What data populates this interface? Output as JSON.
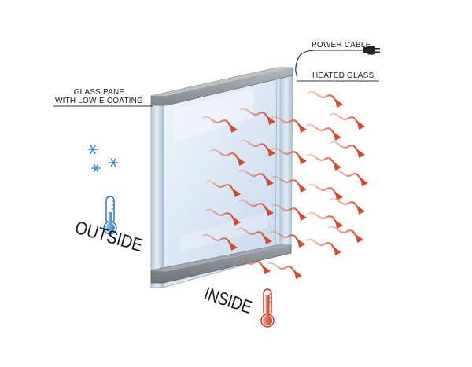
{
  "labels": {
    "glass_pane_line1": "GLASS PANE",
    "glass_pane_line2": "WITH LOW-E COATING",
    "power_cable": "POWER CABLE",
    "heated_glass": "HEATED GLASS",
    "outside": "OUTSIDE",
    "inside": "INSIDE"
  },
  "icons": {
    "cold_thermometer": "thermometer-cold-icon",
    "hot_thermometer": "thermometer-hot-icon",
    "snowflake": "snowflake-icon",
    "plug": "power-plug-icon",
    "heat_arrow": "heat-wave-arrow-icon"
  },
  "colors": {
    "glass_light": "#eaf3fb",
    "glass_mid": "#c9def0",
    "glass_edge": "#9fb8cc",
    "spacer_top": "#8e969c",
    "spacer_bottom": "#7d8589",
    "heat_arrow": "#d9472b",
    "cold_blue": "#3a8fd6",
    "hot_red": "#e0442a",
    "snowflake": "#3d8ed8"
  }
}
